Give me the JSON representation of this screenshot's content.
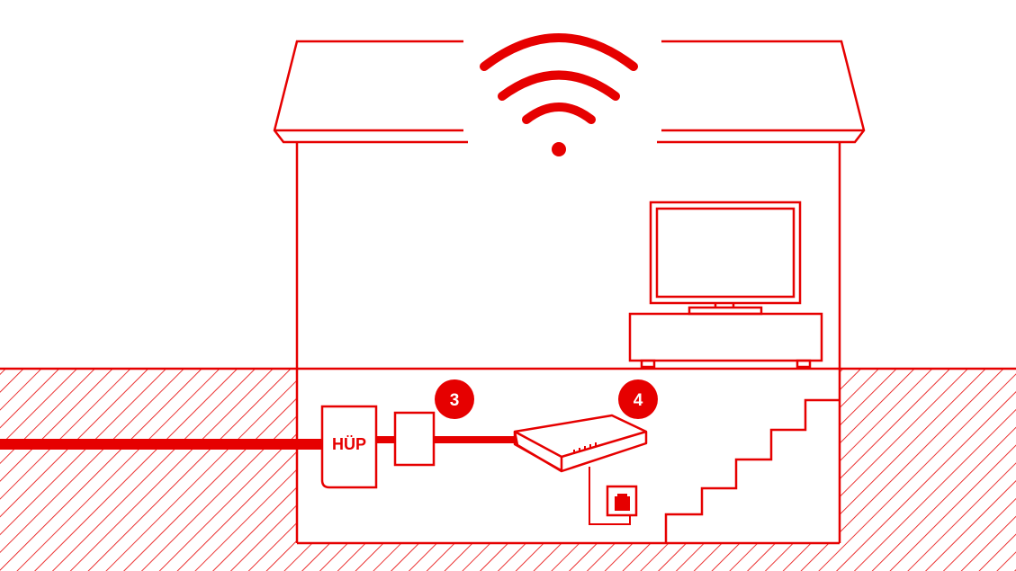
{
  "colors": {
    "accent": "#e60000",
    "background": "#ffffff"
  },
  "labels": {
    "huep_box": "HÜP",
    "badge_3": "3",
    "badge_4": "4"
  },
  "icons": {
    "wifi": "wifi-icon",
    "tv": "television-icon",
    "router": "router-icon",
    "wall_socket": "power-socket-icon",
    "stairs": "staircase-icon"
  }
}
